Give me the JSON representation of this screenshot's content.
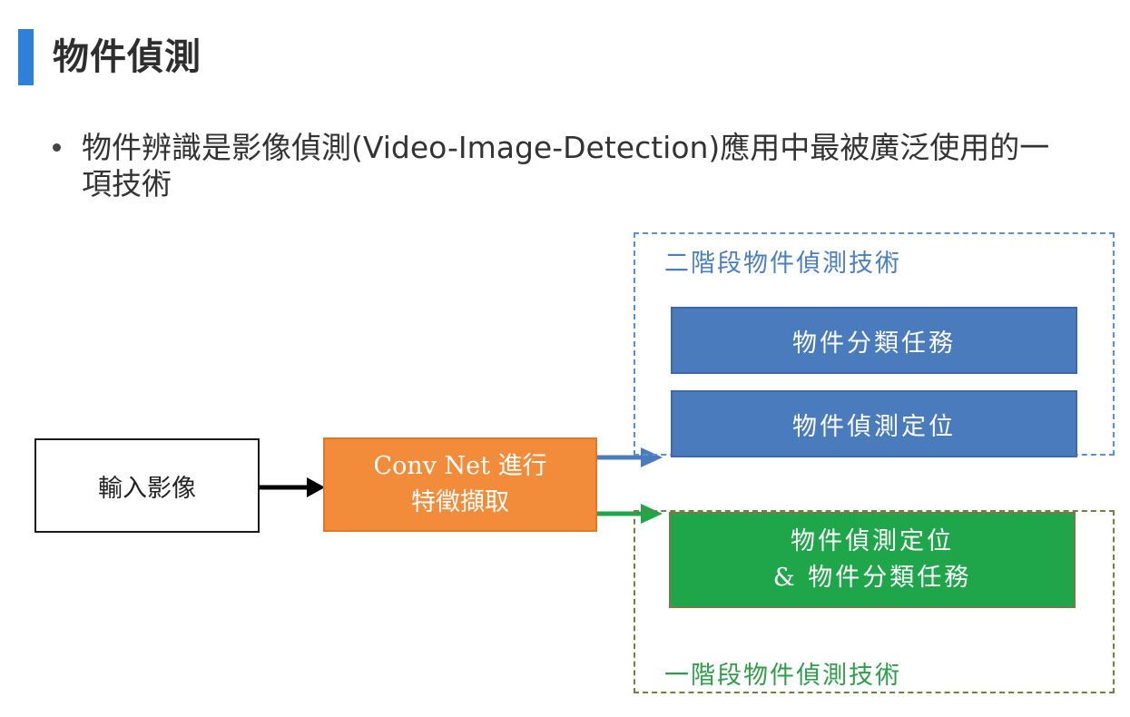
{
  "header": {
    "title": "物件偵測"
  },
  "content": {
    "bullet": "物件辨識是影像偵測(Video-Image-Detection)應用中最被廣泛使用的一項技術"
  },
  "diagram": {
    "input_box": "輸入影像",
    "conv_box": {
      "line1": "Conv Net 進行",
      "line2": "特徵擷取"
    },
    "two_stage": {
      "label": "二階段物件偵測技術",
      "task_a": "物件分類任務",
      "task_b": "物件偵測定位"
    },
    "one_stage": {
      "label": "一階段物件偵測技術",
      "line1": "物件偵測定位",
      "line2": "& 物件分類任務"
    },
    "colors": {
      "title_accent": "#2f80d8",
      "conv_orange": "#f28c3a",
      "two_stage_blue": "#4a7cbd",
      "one_stage_green": "#1fa64a",
      "arrow_black": "#000000",
      "arrow_blue": "#4a7cbd",
      "arrow_green": "#1fa64a"
    }
  }
}
